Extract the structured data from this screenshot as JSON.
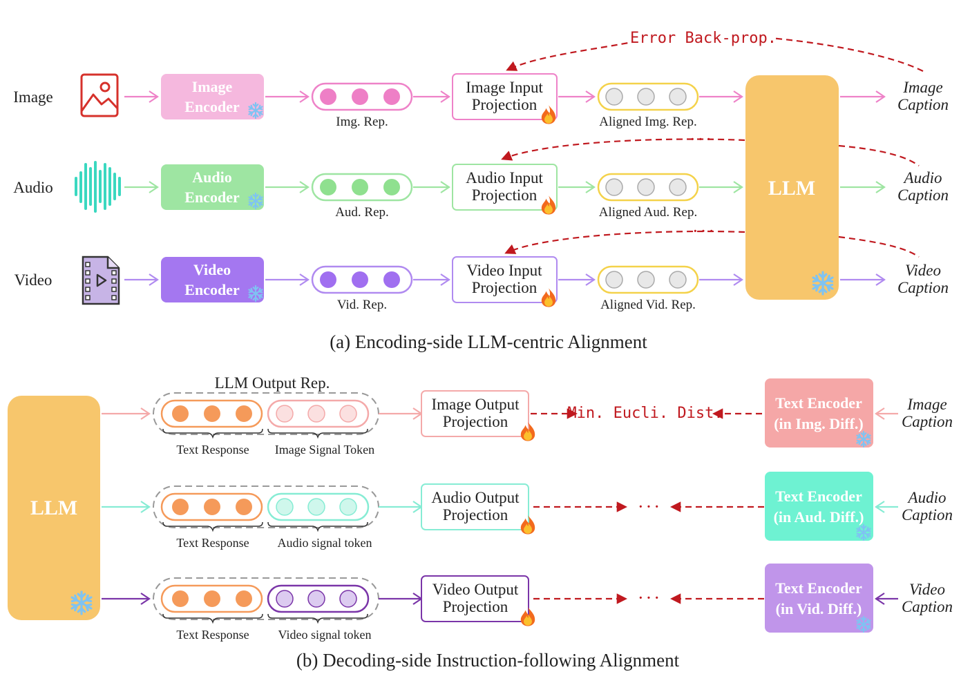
{
  "encoding": {
    "caption": "(a) Encoding-side LLM-centric Alignment",
    "error_label": "Error Back-prop.",
    "llm_label": "LLM",
    "rows": [
      {
        "modality": "Image",
        "encoder": [
          "Image",
          "Encoder"
        ],
        "rep_label": "Img. Rep.",
        "projection": [
          "Image Input",
          "Projection"
        ],
        "aligned_label": "Aligned Img. Rep.",
        "output": [
          "Image",
          "Caption"
        ],
        "color": "#ee82c8",
        "box_fill": "#f5b8de",
        "dot_fill": "#ee7fc6"
      },
      {
        "modality": "Audio",
        "encoder": [
          "Audio",
          "Encoder"
        ],
        "rep_label": "Aud. Rep.",
        "projection": [
          "Audio Input",
          "Projection"
        ],
        "aligned_label": "Aligned Aud. Rep.",
        "output": [
          "Audio",
          "Caption"
        ],
        "color": "#9ee5a2",
        "box_fill": "#9ee5a2",
        "dot_fill": "#8fe08f"
      },
      {
        "modality": "Video",
        "encoder": [
          "Video",
          "Encoder"
        ],
        "rep_label": "Vid. Rep.",
        "projection": [
          "Video Input",
          "Projection"
        ],
        "aligned_label": "Aligned Vid. Rep.",
        "output": [
          "Video",
          "Caption"
        ],
        "color": "#b08af0",
        "box_fill": "#a477f0",
        "dot_fill": "#a06ff0"
      }
    ]
  },
  "decoding": {
    "caption": "(b) Decoding-side Instruction-following Alignment",
    "llm_label": "LLM",
    "output_rep_label": "LLM Output Rep.",
    "min_dist_label": "Min. Eucli. Dist.",
    "ellipsis": "· · ·",
    "rows": [
      {
        "text_response": "Text Response",
        "signal_label": "Image Signal Token",
        "projection": [
          "Image Output",
          "Projection"
        ],
        "text_encoder": [
          "Text Encoder",
          "(in Img. Diff.)"
        ],
        "output": [
          "Image",
          "Caption"
        ],
        "color": "#f4a9a9",
        "encoder_fill": "#f5a7a7",
        "signal_dot": "#fbe0e0"
      },
      {
        "text_response": "Text Response",
        "signal_label": "Audio signal token",
        "projection": [
          "Audio Output",
          "Projection"
        ],
        "text_encoder": [
          "Text Encoder",
          "(in Aud. Diff.)"
        ],
        "output": [
          "Audio",
          "Caption"
        ],
        "color": "#86ecd4",
        "encoder_fill": "#6ef2d2",
        "signal_dot": "#cff7ec"
      },
      {
        "text_response": "Text Response",
        "signal_label": "Video signal token",
        "projection": [
          "Video Output",
          "Projection"
        ],
        "text_encoder": [
          "Text Encoder",
          "(in Vid. Diff.)"
        ],
        "output": [
          "Video",
          "Caption"
        ],
        "color": "#7a35a8",
        "encoder_fill": "#c095ea",
        "signal_dot": "#dccbf0"
      }
    ]
  },
  "colors": {
    "llm_fill": "#f7c66c",
    "response_orange": "#f59a5a",
    "aligned_yellow": "#f4d24a",
    "error_red": "#c0191f",
    "snowflake": "#7fc3f2"
  },
  "icons": [
    "image-icon",
    "audio-waveform-icon",
    "video-file-icon",
    "snowflake-icon",
    "fire-icon"
  ]
}
